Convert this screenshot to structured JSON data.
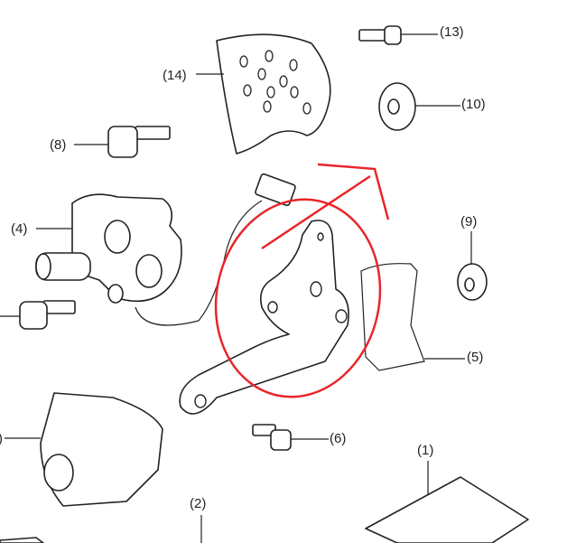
{
  "labels": {
    "p13": "(13)",
    "p14": "(14)",
    "p10": "(10)",
    "p8": "(8)",
    "p4": "(4)",
    "p9": "(9)",
    "p5": "(5)",
    "p6": "(6)",
    "p1": "(1)",
    "p2": "(2)",
    "partial_left": ")"
  },
  "colors": {
    "annotation": "#e8262b",
    "line": "#222222"
  }
}
